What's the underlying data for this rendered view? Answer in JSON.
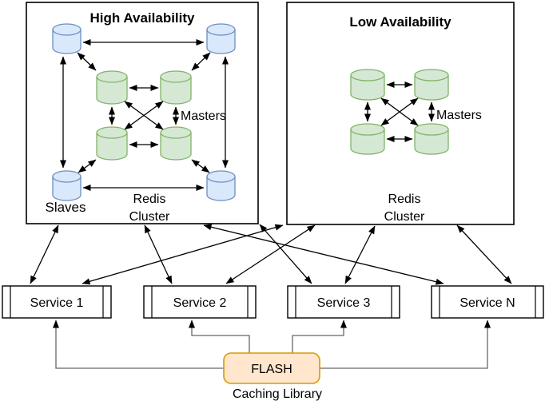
{
  "ha_cluster": {
    "title": "High Availability",
    "masters_label": "Masters",
    "slaves_label": "Slaves",
    "cluster_label_line1": "Redis",
    "cluster_label_line2": "Cluster",
    "master_count": 4,
    "slave_count": 4
  },
  "la_cluster": {
    "title": "Low Availability",
    "masters_label": "Masters",
    "cluster_label_line1": "Redis",
    "cluster_label_line2": "Cluster",
    "master_count": 4
  },
  "services": [
    {
      "label": "Service 1"
    },
    {
      "label": "Service 2"
    },
    {
      "label": "Service 3"
    },
    {
      "label": "Service N"
    }
  ],
  "flash": {
    "label": "FLASH",
    "caption": "Caching Library"
  },
  "icons": {
    "slave_node": "database-cylinder-icon",
    "master_node": "database-cylinder-icon"
  },
  "colors": {
    "slave_fill": "#dae8fc",
    "slave_stroke": "#6c8ebf",
    "master_fill": "#d5e8d4",
    "master_stroke": "#82b366",
    "flash_fill": "#ffe6cc",
    "flash_stroke": "#d79b00",
    "arrow": "#000000",
    "flash_connector": "#666666"
  }
}
